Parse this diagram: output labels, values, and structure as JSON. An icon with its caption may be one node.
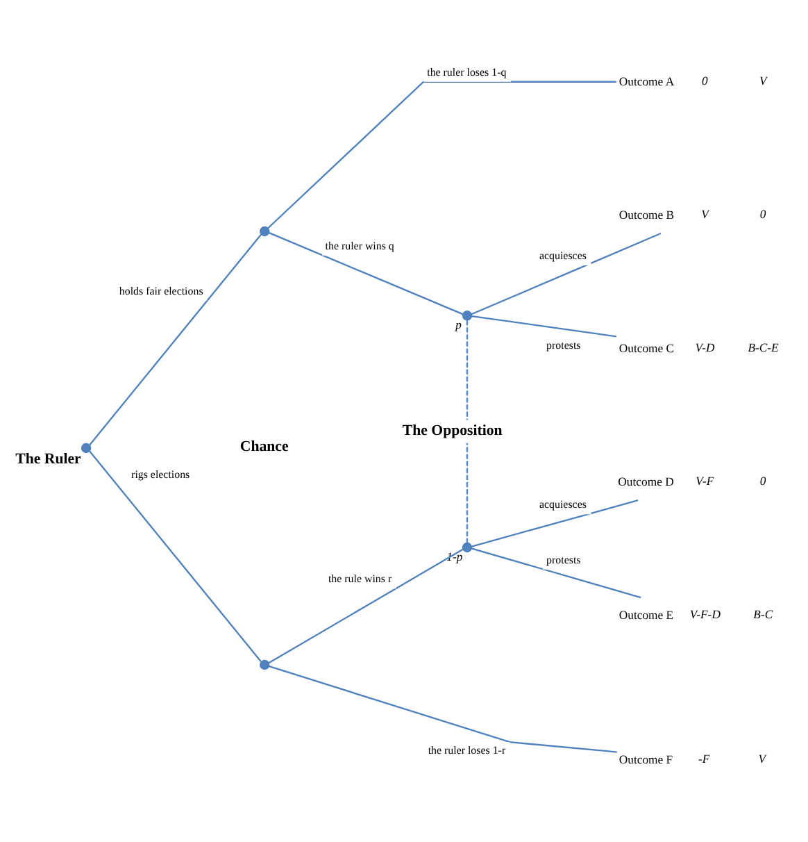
{
  "diagram": {
    "nodes": [
      {
        "text": [],
        "shape": "circle",
        "beside": [
          "The Ruler"
        ]
      },
      {
        "text": [],
        "shape": "circle"
      },
      {
        "text": [],
        "shape": "circle"
      },
      {
        "text": [],
        "shape": "circle",
        "beside": [
          "p"
        ]
      },
      {
        "text": [],
        "shape": "circle",
        "beside": [
          "1-p"
        ]
      },
      {
        "text": [
          "Outcome A"
        ],
        "beside": [
          "0",
          "V"
        ]
      },
      {
        "text": [
          "Outcome B"
        ],
        "beside": [
          "V",
          "0"
        ]
      },
      {
        "text": [
          "Outcome C"
        ],
        "beside": [
          "V-D",
          "B-C-E"
        ]
      },
      {
        "text": [
          "Outcome D"
        ],
        "beside": [
          "V-F",
          "0"
        ]
      },
      {
        "text": [
          "Outcome E"
        ],
        "beside": [
          "V-F-D",
          "B-C"
        ]
      },
      {
        "text": [
          "Outcome F"
        ],
        "beside": [
          "-F",
          "V"
        ]
      }
    ],
    "edges": [
      {
        "from": 0,
        "to": 1,
        "arrow": "none",
        "label": "holds fair elections"
      },
      {
        "from": 0,
        "to": 2,
        "arrow": "none",
        "label": "rigs elections"
      },
      {
        "from": 1,
        "to": 5,
        "arrow": "none",
        "label": "the ruler loses 1-q"
      },
      {
        "from": 1,
        "to": 3,
        "arrow": "none",
        "label": "the ruler wins q"
      },
      {
        "from": 3,
        "to": 6,
        "arrow": "none",
        "label": "acquiesces"
      },
      {
        "from": 3,
        "to": 7,
        "arrow": "none",
        "label": "protests"
      },
      {
        "from": 3,
        "to": 4,
        "arrow": "none",
        "style": "dashed",
        "label": "The Opposition"
      },
      {
        "from": 2,
        "to": 4,
        "arrow": "none",
        "label": "the rule wins r"
      },
      {
        "from": 2,
        "to": 10,
        "arrow": "none",
        "label": "the ruler loses 1-r"
      },
      {
        "from": 4,
        "to": 8,
        "arrow": "none",
        "label": "acquiesces"
      },
      {
        "from": 4,
        "to": 9,
        "arrow": "none",
        "label": "protests"
      }
    ],
    "labels": [
      "Chance"
    ]
  }
}
